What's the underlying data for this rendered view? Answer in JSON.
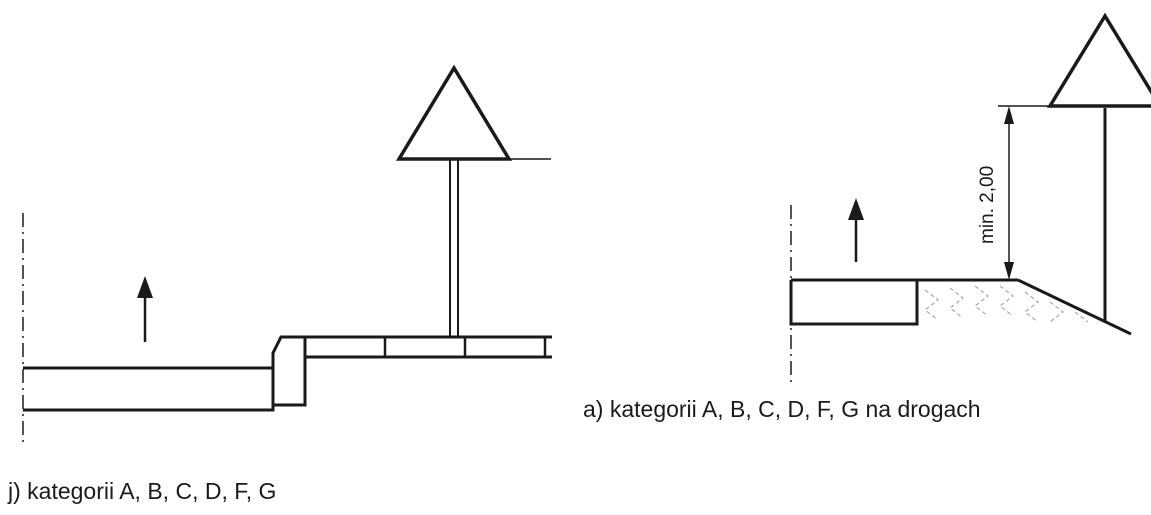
{
  "diagram": {
    "dimension_label": "min. 2,00",
    "caption_a": "a) kategorii A, B, C, D, F, G na drogach",
    "caption_j": "j) kategorii A, B, C, D, F, G"
  },
  "colors": {
    "line": "#1a1a1a",
    "hatch": "#9a9a9a",
    "background": "#ffffff"
  }
}
